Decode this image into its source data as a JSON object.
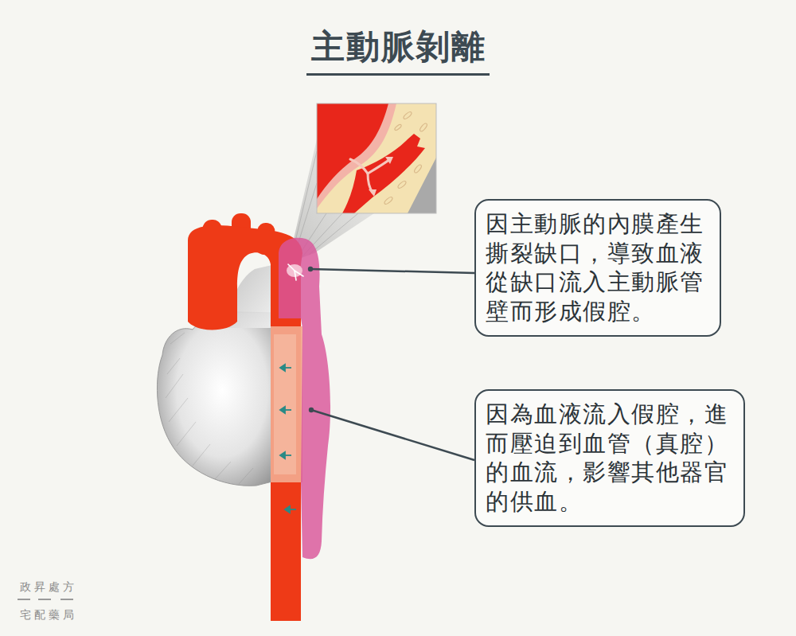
{
  "diagram": {
    "title": "主動脈剝離",
    "nodes": [
      {
        "text": [
          "因主動脈的內膜產生 撕裂缺口，導致血液 從缺口流入主動脈管 壁而形成假腔。"
        ]
      },
      {
        "text": [
          "因為血液流入假腔，進 而壓迫到血管（真腔） 的血流，影響其他器官 的供血。"
        ]
      }
    ],
    "labels": [
      "政昇處方",
      "宅配藥局"
    ]
  }
}
